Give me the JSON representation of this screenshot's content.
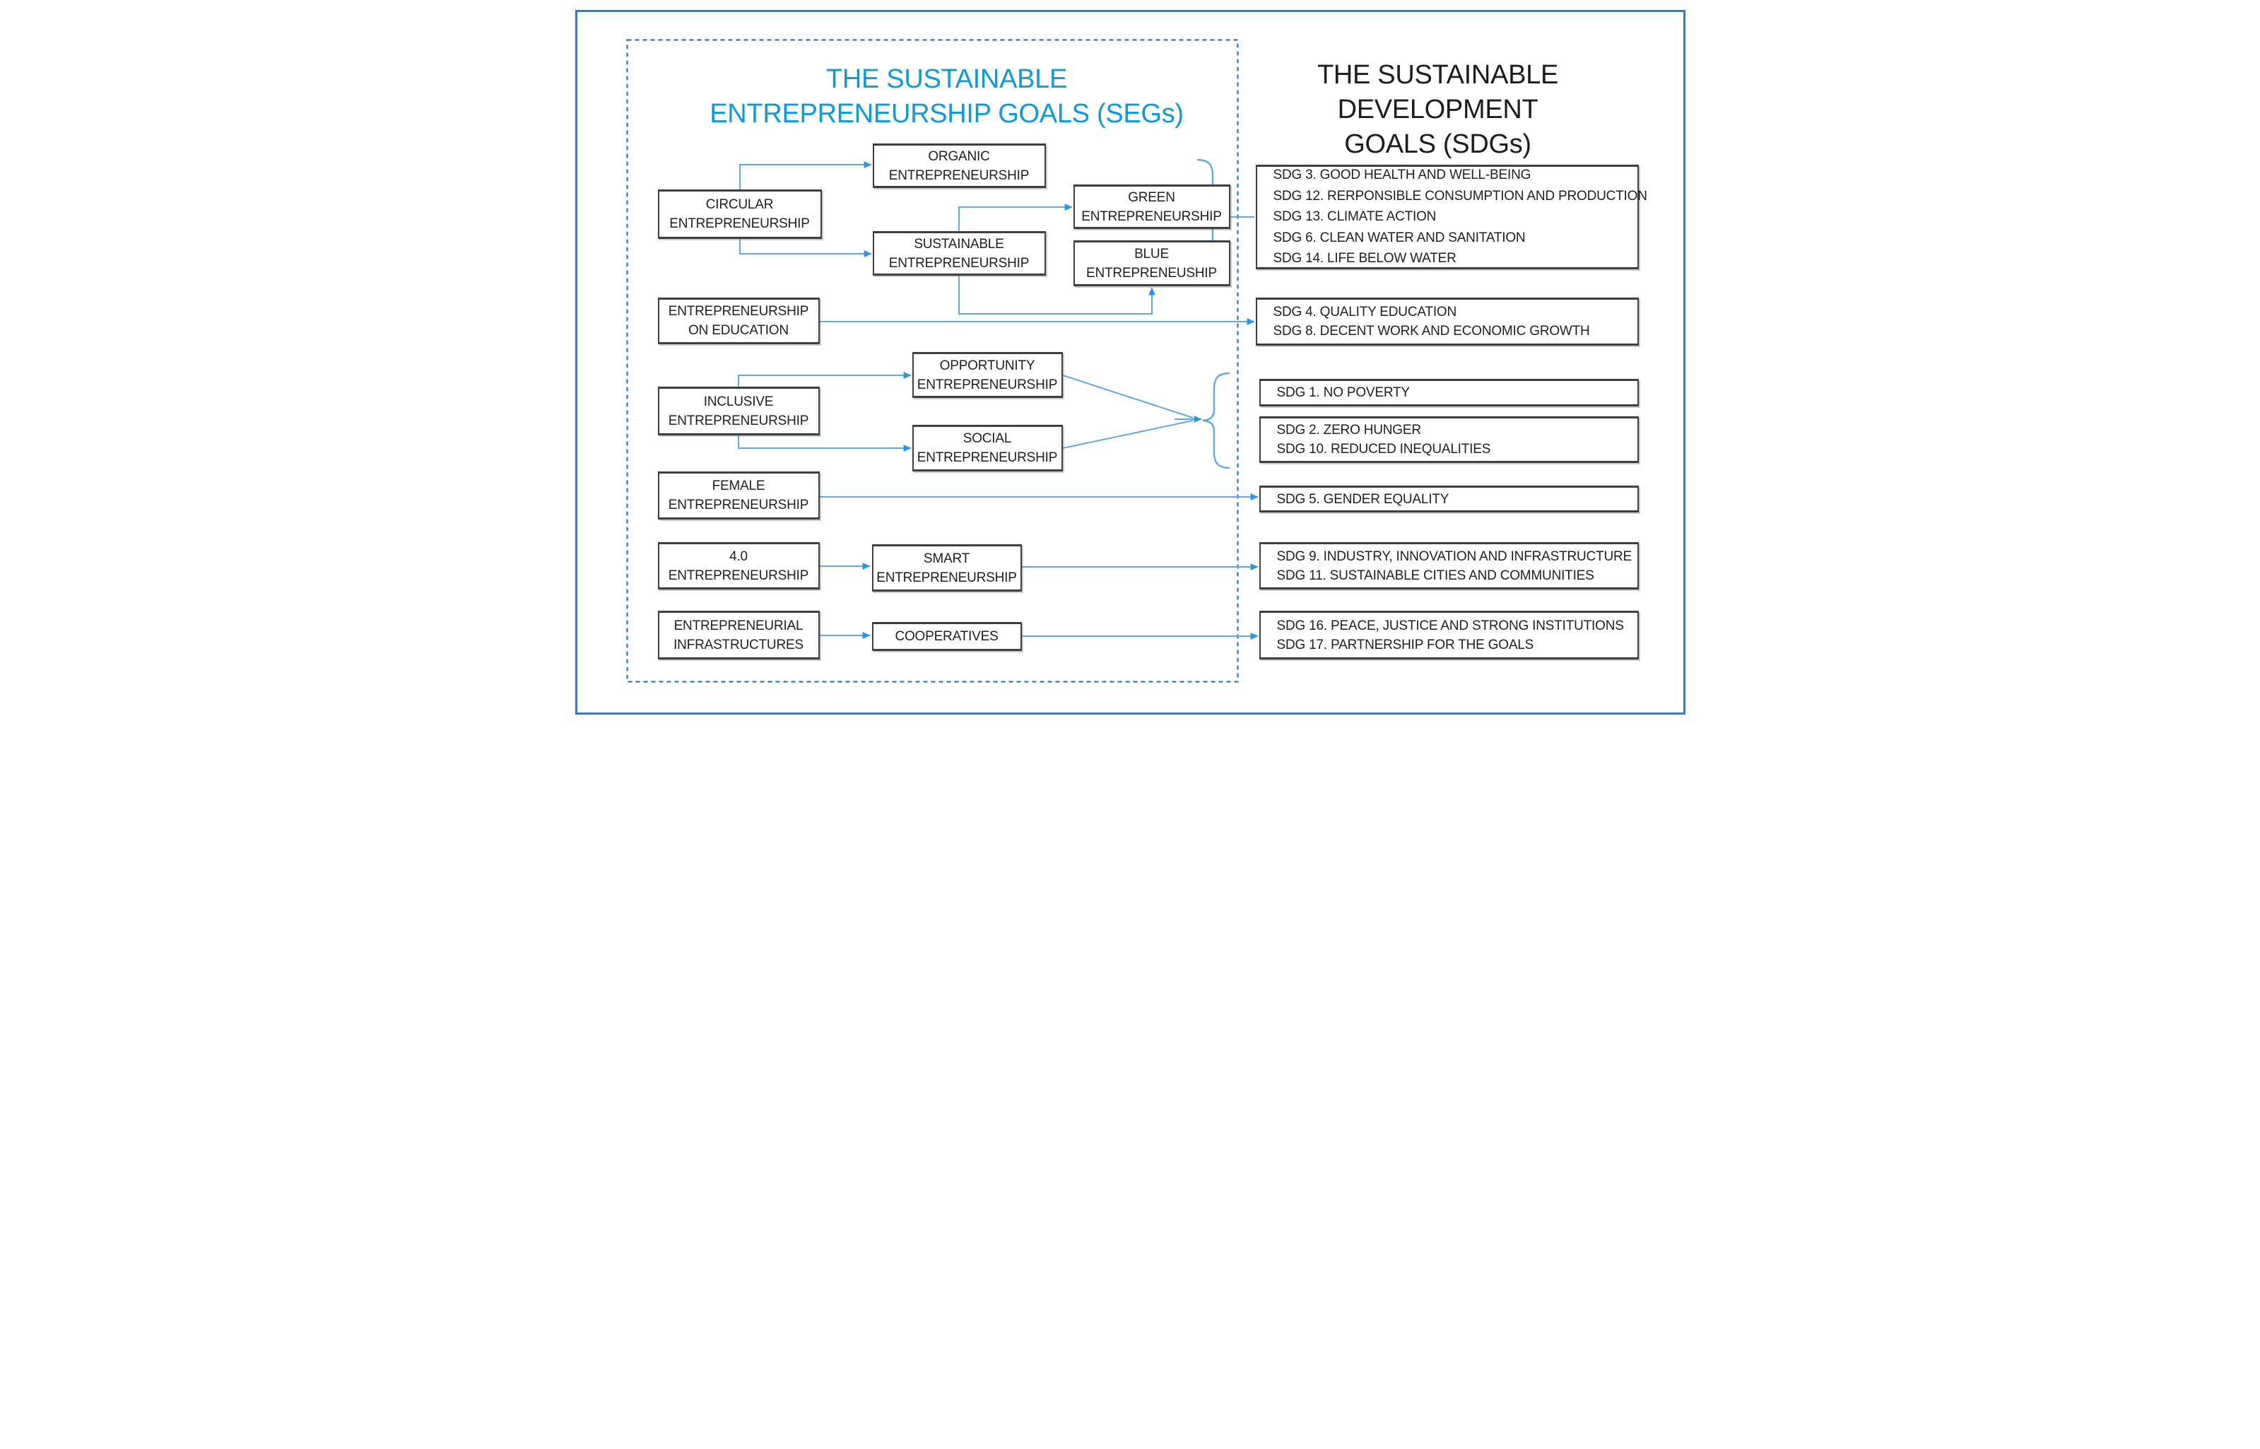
{
  "titles": {
    "seg": "THE SUSTAINABLE\nENTREPRENEURSHIP GOALS (SEGs)",
    "sdg": "THE SUSTAINABLE DEVELOPMENT\nGOALS (SDGs)"
  },
  "seg_boxes": {
    "circular": "CIRCULAR\nENTREPRENEURSHIP",
    "organic": "ORGANIC\nENTREPRENEURSHIP",
    "sustainable": "SUSTAINABLE\nENTREPRENEURSHIP",
    "green": "GREEN\nENTREPRENEURSHIP",
    "blue": "BLUE\nENTREPRENEUSHIP",
    "education": "ENTREPRENEURSHIP\nON EDUCATION",
    "opportunity": "OPPORTUNITY\nENTREPRENEURSHIP",
    "inclusive": "INCLUSIVE\nENTREPRENEURSHIP",
    "social": "SOCIAL\nENTREPRENEURSHIP",
    "female": "FEMALE\nENTREPRENEURSHIP",
    "four_zero": "4.0\nENTREPRENEURSHIP",
    "smart": "SMART\nENTREPRENEURSHIP",
    "infrastructures": "ENTREPRENEURIAL\nINFRASTRUCTURES",
    "cooperatives": "COOPERATIVES"
  },
  "sdg_boxes": {
    "health_group": [
      "SDG 3. GOOD HEALTH AND WELL-BEING",
      "SDG 12. RERPONSIBLE CONSUMPTION AND PRODUCTION",
      "SDG 13. CLIMATE ACTION",
      "SDG 6. CLEAN WATER AND SANITATION",
      "SDG 14. LIFE BELOW WATER"
    ],
    "education_group": [
      "SDG 4. QUALITY EDUCATION",
      "SDG 8. DECENT WORK AND ECONOMIC GROWTH"
    ],
    "poverty": [
      "SDG 1. NO POVERTY"
    ],
    "hunger_group": [
      "SDG 2. ZERO HUNGER",
      "SDG 10. REDUCED INEQUALITIES"
    ],
    "gender": [
      "SDG 5. GENDER EQUALITY"
    ],
    "industry_group": [
      "SDG 9. INDUSTRY, INNOVATION AND INFRASTRUCTURE",
      "SDG 11. SUSTAINABLE CITIES AND COMMUNITIES"
    ],
    "peace_group": [
      "SDG 16. PEACE, JUSTICE AND STRONG INSTITUTIONS",
      "SDG 17. PARTNERSHIP FOR THE GOALS"
    ]
  },
  "connections": [
    {
      "from": "CIRCULAR ENTREPRENEURSHIP",
      "to": "ORGANIC ENTREPRENEURSHIP"
    },
    {
      "from": "CIRCULAR ENTREPRENEURSHIP",
      "to": "SUSTAINABLE ENTREPRENEURSHIP"
    },
    {
      "from": "SUSTAINABLE ENTREPRENEURSHIP",
      "to": "GREEN ENTREPRENEURSHIP"
    },
    {
      "from": "SUSTAINABLE ENTREPRENEURSHIP",
      "to": "BLUE ENTREPRENEUSHIP"
    },
    {
      "from": "GREEN + BLUE (brace)",
      "to": "SDG 3 / 12 / 13 / 6 / 14"
    },
    {
      "from": "ENTREPRENEURSHIP ON EDUCATION",
      "to": "SDG 4 / SDG 8"
    },
    {
      "from": "INCLUSIVE ENTREPRENEURSHIP",
      "to": "OPPORTUNITY ENTREPRENEURSHIP"
    },
    {
      "from": "INCLUSIVE ENTREPRENEURSHIP",
      "to": "SOCIAL ENTREPRENEURSHIP"
    },
    {
      "from": "OPPORTUNITY + SOCIAL (brace)",
      "to": "SDG 1 / SDG 2 / SDG 10"
    },
    {
      "from": "FEMALE ENTREPRENEURSHIP",
      "to": "SDG 5"
    },
    {
      "from": "4.0 ENTREPRENEURSHIP",
      "to": "SMART ENTREPRENEURSHIP"
    },
    {
      "from": "SMART ENTREPRENEURSHIP",
      "to": "SDG 9 / SDG 11"
    },
    {
      "from": "ENTREPRENEURIAL INFRASTRUCTURES",
      "to": "COOPERATIVES"
    },
    {
      "from": "COOPERATIVES",
      "to": "SDG 16 / SDG 17"
    }
  ],
  "colors": {
    "title_blue": "#0d9ad6",
    "line_blue": "#5fa8e0",
    "arrow_blue": "#2d95dd",
    "dashed_border": "#2e76b6",
    "outer_border": "#4678ab",
    "box_border": "#3f3f3f",
    "text_dark": "#1c1c1c"
  }
}
